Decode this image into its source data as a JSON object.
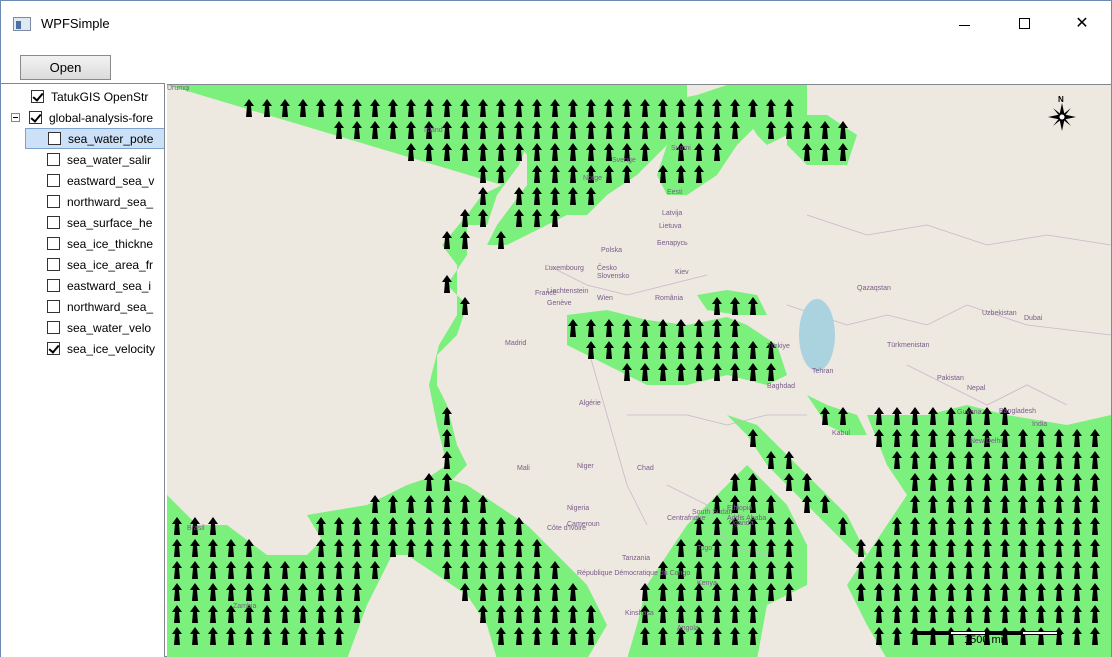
{
  "window": {
    "title": "WPFSimple",
    "icon": "app-window-icon",
    "minimize_icon": "minimize-icon",
    "maximize_icon": "maximize-icon",
    "close_icon": "close-icon",
    "close_glyph": "✕"
  },
  "toolbar": {
    "open_label": "Open"
  },
  "layers": {
    "items": [
      {
        "label": "TatukGIS OpenStr",
        "checked": true,
        "expander": false,
        "indent": 0
      },
      {
        "label": "global-analysis-fore",
        "checked": true,
        "expander": true,
        "indent": 0
      },
      {
        "label": "sea_water_pote",
        "checked": false,
        "expander": false,
        "indent": 1,
        "selected": true
      },
      {
        "label": "sea_water_salir",
        "checked": false,
        "expander": false,
        "indent": 1
      },
      {
        "label": "eastward_sea_v",
        "checked": false,
        "expander": false,
        "indent": 1
      },
      {
        "label": "northward_sea_",
        "checked": false,
        "expander": false,
        "indent": 1
      },
      {
        "label": "sea_surface_he",
        "checked": false,
        "expander": false,
        "indent": 1
      },
      {
        "label": "sea_ice_thickne",
        "checked": false,
        "expander": false,
        "indent": 1
      },
      {
        "label": "sea_ice_area_fr",
        "checked": false,
        "expander": false,
        "indent": 1
      },
      {
        "label": "eastward_sea_i",
        "checked": false,
        "expander": false,
        "indent": 1
      },
      {
        "label": "northward_sea_",
        "checked": false,
        "expander": false,
        "indent": 1
      },
      {
        "label": "sea_water_velo",
        "checked": false,
        "expander": false,
        "indent": 1
      },
      {
        "label": "sea_ice_velocity",
        "checked": true,
        "expander": false,
        "indent": 1
      }
    ]
  },
  "map": {
    "colors": {
      "land": "#ede8e0",
      "sea_layer": "#7cf07c",
      "arrow": "#000000",
      "label": "#7a5c8a"
    },
    "compass_north": "N",
    "compass_icon": "compass-rose-icon",
    "arrow_icon": "arrow-up-icon",
    "scale_label": "1500 mi",
    "place_labels": [
      "Ísland",
      "Suomi",
      "Sverige",
      "Norge",
      "Eesti",
      "Latvija",
      "Lietuva",
      "Беларусь",
      "Polska",
      "Luxembourg",
      "Česko",
      "Slovensko",
      "Kiev",
      "France",
      "Liechtenstein",
      "Wien",
      "Genève",
      "România",
      "Qazaqstan",
      "Uzbekistan",
      "Türkmenistan",
      "Madrid",
      "Türkiye",
      "Tehran",
      "Baghdad",
      "Algérie",
      "Mali",
      "Niger",
      "Chad",
      "Nigeria",
      "Ethiopia",
      "Addis Ababa",
      "South Sudan",
      "Centrafrique",
      "Cameroun",
      "Côte d'Ivoire",
      "Togo",
      "Uganda",
      "Kenya",
      "Tanzania",
      "République Démocratique du Congo",
      "Kinshasa",
      "Angola",
      "Zambia",
      "Brasil",
      "Guyana",
      "New Delhi",
      "India",
      "Bangladesh",
      "Nepal",
      "Pakistan",
      "Kabul",
      "Dubai",
      "Urumqi"
    ]
  }
}
